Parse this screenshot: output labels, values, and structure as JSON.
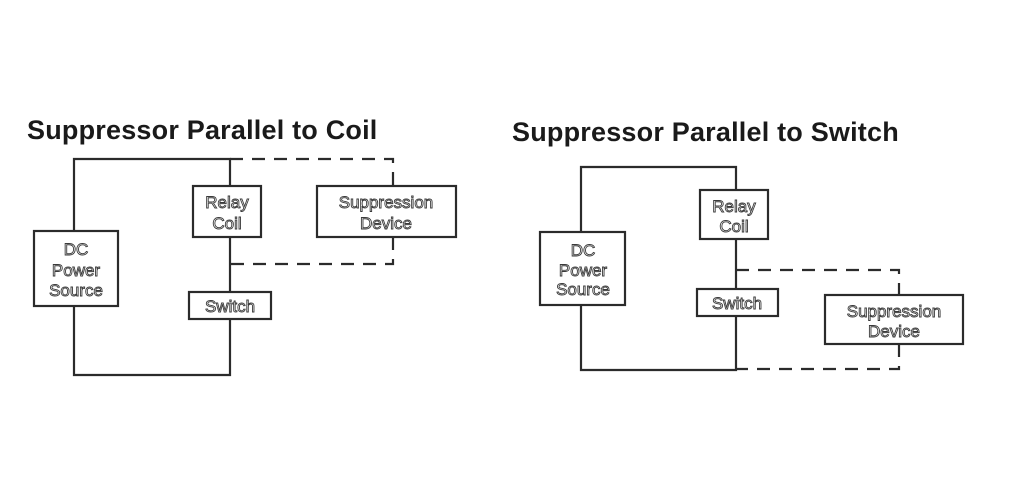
{
  "diagrams": [
    {
      "title": "Suppressor Parallel to Coil",
      "labels": {
        "power": [
          "DC",
          "Power",
          "Source"
        ],
        "relay": [
          "Relay",
          "Coil"
        ],
        "switch": "Switch",
        "suppression": [
          "Suppression",
          "Device"
        ]
      }
    },
    {
      "title": "Suppressor Parallel to Switch",
      "labels": {
        "power": [
          "DC",
          "Power",
          "Source"
        ],
        "relay": [
          "Relay",
          "Coil"
        ],
        "switch": "Switch",
        "suppression": [
          "Suppression",
          "Device"
        ]
      }
    }
  ]
}
